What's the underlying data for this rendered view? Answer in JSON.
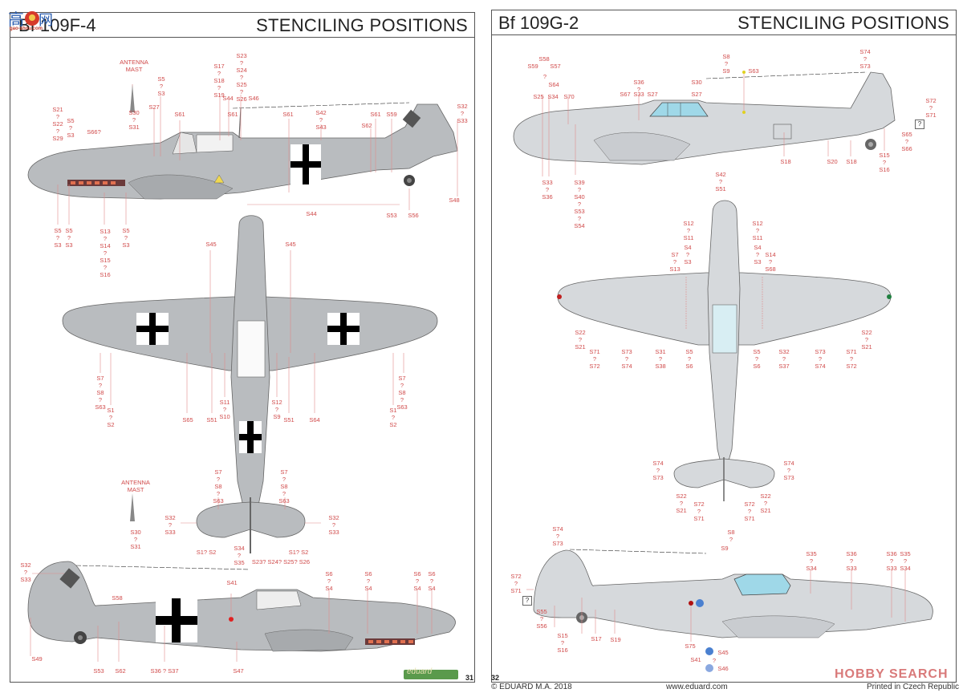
{
  "watermark": {
    "site_glyphs": "高手网",
    "site_url": "gao-shou.com"
  },
  "left_page": {
    "model_title": "Bf 109F-4",
    "section_title": "STENCILING POSITIONS",
    "page_number": "31",
    "brand_logo": "eduard",
    "labels": {
      "antenna_mast_top": "ANTENNA\nMAST",
      "antenna_mast_bottom": "ANTENNA\nMAST",
      "side_top": [
        {
          "id": "s21",
          "text": "S21\n?\nS22\n?\nS29"
        },
        {
          "id": "s5a",
          "text": "S5\n?\nS3"
        },
        {
          "id": "s66",
          "text": "S66?"
        },
        {
          "id": "s30",
          "text": "S30\n?\nS31"
        },
        {
          "id": "s5b",
          "text": "S5\n?\nS3"
        },
        {
          "id": "s27",
          "text": "S27"
        },
        {
          "id": "s61a",
          "text": "S61"
        },
        {
          "id": "s17",
          "text": "S17\n?\nS18\n?\nS19"
        },
        {
          "id": "s44",
          "text": "S44"
        },
        {
          "id": "s61b",
          "text": "S61"
        },
        {
          "id": "s23",
          "text": "S23\n?\nS24\n?\nS25\n?\nS26"
        },
        {
          "id": "s46",
          "text": "S46"
        },
        {
          "id": "s61c",
          "text": "S61"
        },
        {
          "id": "s42",
          "text": "S42\n?\nS43"
        },
        {
          "id": "s62",
          "text": "S62"
        },
        {
          "id": "s61d",
          "text": "S61"
        },
        {
          "id": "s59",
          "text": "S59"
        },
        {
          "id": "s32",
          "text": "S32\n?\nS33"
        }
      ],
      "side_bottom": [
        {
          "id": "s5c",
          "text": "S5\n?\nS3"
        },
        {
          "id": "s5d",
          "text": "S5\n?\nS3"
        },
        {
          "id": "s13",
          "text": "S13\n?\nS14\n?\nS15\n?\nS16"
        },
        {
          "id": "s5e",
          "text": "S5\n?\nS3"
        },
        {
          "id": "s44b",
          "text": "S44"
        },
        {
          "id": "s53",
          "text": "S53"
        },
        {
          "id": "s56",
          "text": "S56"
        },
        {
          "id": "s48",
          "text": "S48"
        }
      ],
      "plan": [
        {
          "id": "s45a",
          "text": "S45"
        },
        {
          "id": "s45b",
          "text": "S45"
        },
        {
          "id": "s7l",
          "text": "S7\n?\nS8\n?\nS63"
        },
        {
          "id": "s1l",
          "text": "S1\n?\nS2"
        },
        {
          "id": "s65",
          "text": "S65"
        },
        {
          "id": "s51l",
          "text": "S51"
        },
        {
          "id": "s11",
          "text": "S11\n?\nS10"
        },
        {
          "id": "s12",
          "text": "S12\n?\nS9"
        },
        {
          "id": "s51r",
          "text": "S51"
        },
        {
          "id": "s64",
          "text": "S64"
        },
        {
          "id": "s7r",
          "text": "S7\n?\nS8\n?\nS63"
        },
        {
          "id": "s1r",
          "text": "S1\n?\nS2"
        },
        {
          "id": "s7tl",
          "text": "S7\n?\nS8\n?\nS63"
        },
        {
          "id": "s7tr",
          "text": "S7\n?\nS8\n?\nS63"
        },
        {
          "id": "s32tl",
          "text": "S32\n?\nS33"
        },
        {
          "id": "s32tr",
          "text": "S32\n?\nS33"
        },
        {
          "id": "s30b",
          "text": "S30\n?\nS31"
        },
        {
          "id": "s1tl",
          "text": "S1? S2"
        },
        {
          "id": "s34",
          "text": "S34\n?\nS35"
        },
        {
          "id": "s1tr",
          "text": "S1? S2"
        },
        {
          "id": "s23b",
          "text": "S23? S24? S25? S26"
        }
      ],
      "side2": [
        {
          "id": "s32c",
          "text": "S32\n?\nS33"
        },
        {
          "id": "s58",
          "text": "S58"
        },
        {
          "id": "s41",
          "text": "S41"
        },
        {
          "id": "s6a",
          "text": "S6\n?\nS4"
        },
        {
          "id": "s6b",
          "text": "S6\n?\nS4"
        },
        {
          "id": "s6c",
          "text": "S6\n?\nS4"
        },
        {
          "id": "s6d",
          "text": "S6\n?\nS4"
        },
        {
          "id": "s49",
          "text": "S49"
        },
        {
          "id": "s53b",
          "text": "S53"
        },
        {
          "id": "s62b",
          "text": "S62"
        },
        {
          "id": "s36",
          "text": "S36 ? S37"
        },
        {
          "id": "s47",
          "text": "S47"
        }
      ]
    }
  },
  "right_page": {
    "model_title": "Bf 109G-2",
    "section_title": "STENCILING POSITIONS",
    "page_number": "32",
    "footer": {
      "copyright": "© EDUARD M.A. 2018",
      "website": "www.eduard.com",
      "printed": "Printed in Czech Republic"
    },
    "watermark": "HOBBY SEARCH",
    "labels": {
      "side_top": [
        {
          "id": "s58",
          "text": "S58"
        },
        {
          "id": "s59",
          "text": "S59"
        },
        {
          "id": "s57",
          "text": "S57"
        },
        {
          "id": "q1",
          "text": "?"
        },
        {
          "id": "s64",
          "text": "S64"
        },
        {
          "id": "s25",
          "text": "S25"
        },
        {
          "id": "s34",
          "text": "S34"
        },
        {
          "id": "s70",
          "text": "S70"
        },
        {
          "id": "s36",
          "text": "S36\n?"
        },
        {
          "id": "s67",
          "text": "S67"
        },
        {
          "id": "s33",
          "text": "S33"
        },
        {
          "id": "s27a",
          "text": "S27"
        },
        {
          "id": "s30",
          "text": "S30"
        },
        {
          "id": "s27b",
          "text": "S27"
        },
        {
          "id": "s8",
          "text": "S8\n?"
        },
        {
          "id": "s9",
          "text": "S9"
        },
        {
          "id": "s63",
          "text": "S63"
        },
        {
          "id": "s74",
          "text": "S74\n?\nS73"
        },
        {
          "id": "s72",
          "text": "S72\n?\nS71"
        }
      ],
      "side_bottom": [
        {
          "id": "s33b",
          "text": "S33\n?\nS36"
        },
        {
          "id": "s39",
          "text": "S39\n?\nS40\n?\nS53\n?\nS54"
        },
        {
          "id": "s42",
          "text": "S42\n?\nS51"
        },
        {
          "id": "s18a",
          "text": "S18"
        },
        {
          "id": "s20",
          "text": "S20"
        },
        {
          "id": "s18b",
          "text": "S18"
        },
        {
          "id": "s15",
          "text": "S15\n?\nS16"
        },
        {
          "id": "s65",
          "text": "S65\n?\nS66"
        },
        {
          "id": "sq",
          "text": "?"
        }
      ],
      "plan": [
        {
          "id": "s12l",
          "text": "S12\n?\nS11"
        },
        {
          "id": "s12r",
          "text": "S12\n?\nS11"
        },
        {
          "id": "s4l",
          "text": "S4\n?\nS3"
        },
        {
          "id": "s7l",
          "text": "S7\n?\nS13"
        },
        {
          "id": "s4r",
          "text": "S4\n?\nS3"
        },
        {
          "id": "s14",
          "text": "S14\n?\nS68"
        },
        {
          "id": "s22l",
          "text": "S22\n?\nS21"
        },
        {
          "id": "s71l",
          "text": "S71\n?\nS72"
        },
        {
          "id": "s73l",
          "text": "S73\n?\nS74"
        },
        {
          "id": "s31",
          "text": "S31\n?\nS38"
        },
        {
          "id": "s5l",
          "text": "S5\n?\nS6"
        },
        {
          "id": "s5r",
          "text": "S5\n?\nS6"
        },
        {
          "id": "s32",
          "text": "S32\n?\nS37"
        },
        {
          "id": "s73r",
          "text": "S73\n?\nS74"
        },
        {
          "id": "s71r",
          "text": "S71\n?\nS72"
        },
        {
          "id": "s22r",
          "text": "S22\n?\nS21"
        },
        {
          "id": "s74tl",
          "text": "S74\n?\nS73"
        },
        {
          "id": "s74tr",
          "text": "S74\n?\nS73"
        },
        {
          "id": "s22tl",
          "text": "S22\n?\nS21"
        },
        {
          "id": "s72tl",
          "text": "S72\n?\nS71"
        },
        {
          "id": "s72tr",
          "text": "S72\n?\nS71"
        },
        {
          "id": "s22tr",
          "text": "S22\n?\nS21"
        }
      ],
      "side2": [
        {
          "id": "s74b",
          "text": "S74\n?\nS73"
        },
        {
          "id": "s8b",
          "text": "S8\n?"
        },
        {
          "id": "s9b",
          "text": "S9"
        },
        {
          "id": "s35a",
          "text": "S35\n?\nS34"
        },
        {
          "id": "s36b",
          "text": "S36\n?\nS33"
        },
        {
          "id": "s36c",
          "text": "S36\n?\nS33"
        },
        {
          "id": "s35b",
          "text": "S35\n?\nS34"
        },
        {
          "id": "s72b",
          "text": "S72\n?\nS71"
        },
        {
          "id": "s55",
          "text": "S55\n?\nS56"
        },
        {
          "id": "s15b",
          "text": "S15\n?\nS16"
        },
        {
          "id": "s17",
          "text": "S17"
        },
        {
          "id": "s19",
          "text": "S19"
        },
        {
          "id": "s75",
          "text": "S75"
        },
        {
          "id": "s41",
          "text": "S41"
        },
        {
          "id": "s45",
          "text": "S45"
        },
        {
          "id": "q2",
          "text": "?"
        },
        {
          "id": "s46",
          "text": "S46"
        },
        {
          "id": "sq2",
          "text": "?"
        }
      ]
    }
  },
  "colors": {
    "aircraft_grey": "#b9bcbf",
    "aircraft_grey_light": "#d6d9dc",
    "label_red": "#d04a4a",
    "canopy_blue": "#9fd8e8",
    "frame": "#555555"
  }
}
